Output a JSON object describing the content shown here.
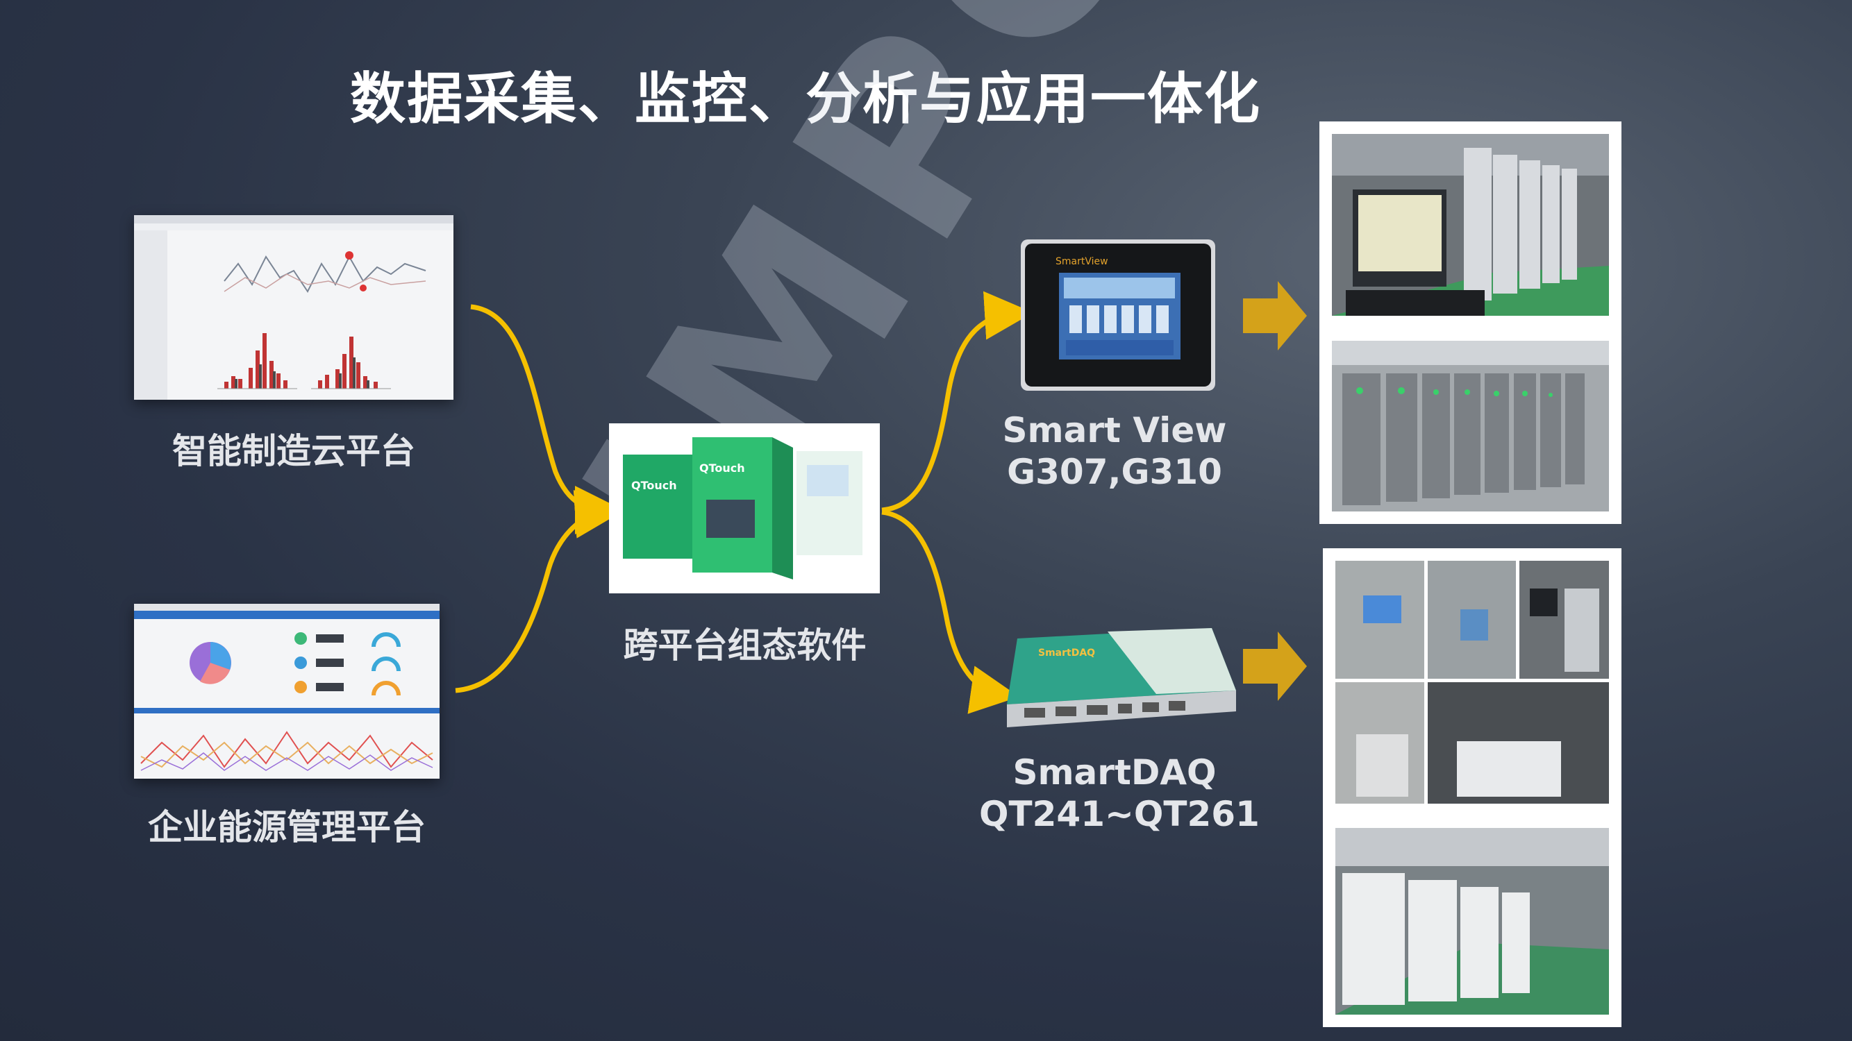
{
  "slide": {
    "title": "数据采集、监控、分析与应用一体化",
    "watermark": "IMPC"
  },
  "platforms": [
    {
      "label": "智能制造云平台"
    },
    {
      "label": "企业能源管理平台"
    }
  ],
  "center": {
    "label": "跨平台组态软件",
    "box_text": "QTouch"
  },
  "devices": [
    {
      "label_line1": "Smart View",
      "label_line2": "G307,G310",
      "brand": "SmartView"
    },
    {
      "label_line1": "SmartDAQ",
      "label_line2": "QT241~QT261",
      "brand": "SmartDAQ"
    }
  ],
  "colors": {
    "arrow": "#f5c000",
    "side_arrow": "#d4a21a",
    "accent_green": "#2db36b"
  }
}
